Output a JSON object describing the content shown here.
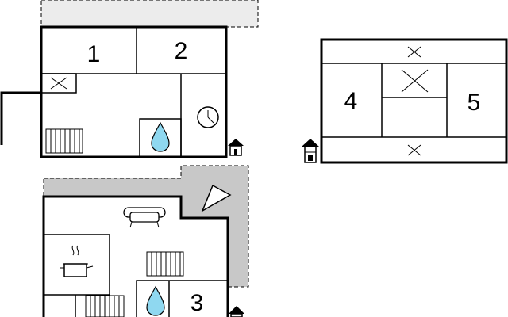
{
  "rooms": {
    "room_1": "1",
    "room_2": "2",
    "room_3": "3",
    "room_4": "4",
    "room_5": "5"
  },
  "icons": {
    "bed_marker": "x-mark-icon",
    "bed_large": "bed-cross-icon",
    "water": "water-drop-icon",
    "clock": "clock-icon",
    "heater": "radiator-icon",
    "sofa": "sofa-icon",
    "stove": "cooking-pot-icon",
    "house": "house-entrance-icon",
    "fireplace": "triangle-icon"
  },
  "colors": {
    "wall": "#000000",
    "terrace": "#c8c8c8",
    "terrace_light": "#ececec",
    "water": "#8fd8f0"
  }
}
